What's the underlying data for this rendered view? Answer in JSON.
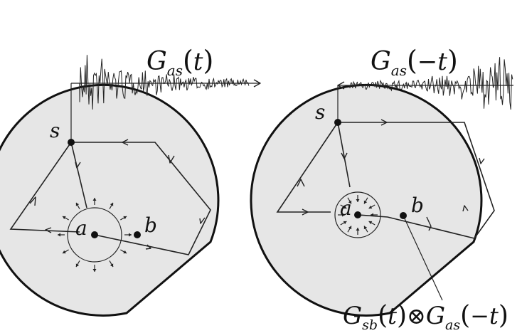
{
  "left_panel": {
    "signal_label": {
      "main": "G",
      "sub": "as",
      "arg": "t"
    },
    "source_label": "s",
    "point_a_label": "a",
    "point_b_label": "b"
  },
  "right_panel": {
    "signal_label": {
      "main": "G",
      "sub": "as",
      "arg": "−t"
    },
    "source_label": "s",
    "point_a_label": "a",
    "point_b_label": "b",
    "result_label": {
      "main1": "G",
      "sub1": "sb",
      "arg1": "t",
      "operator": "⊗",
      "main2": "G",
      "sub2": "as",
      "arg2": "−t"
    }
  },
  "colors": {
    "domain_fill": "#e6e6e6",
    "ink": "#111111"
  }
}
